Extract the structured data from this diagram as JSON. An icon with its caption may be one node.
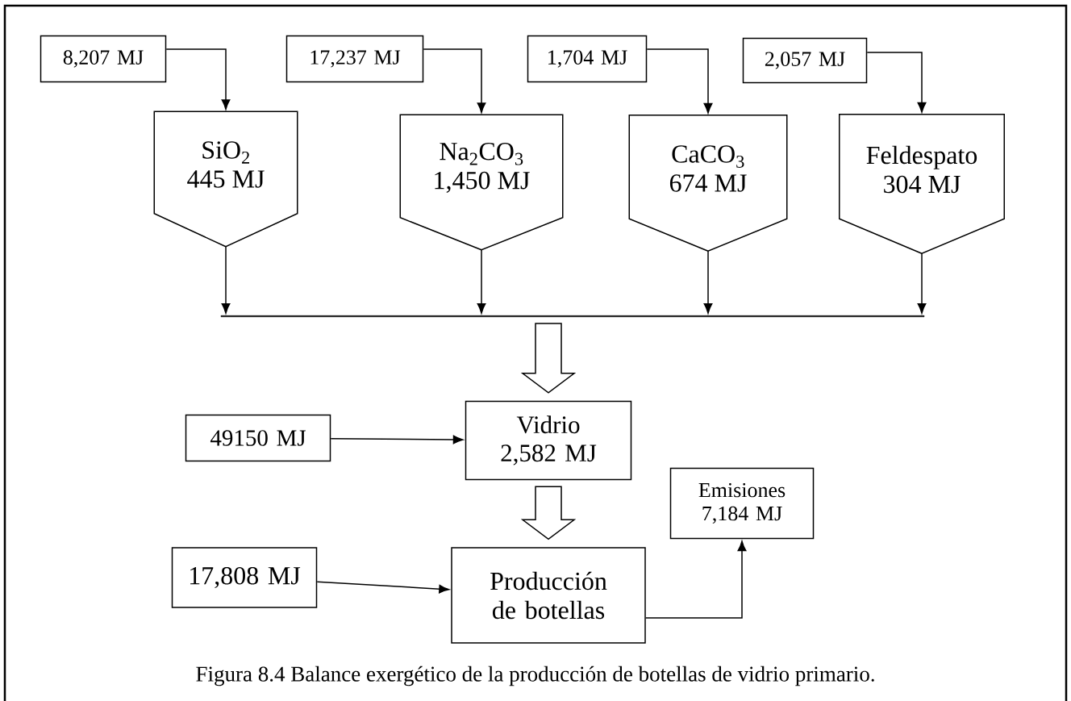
{
  "diagram": {
    "caption": "Figura 8.4 Balance exergético de la producción de botellas de vidrio primario.",
    "nodes": [
      {
        "text": [
          "8,207 MJ"
        ]
      },
      {
        "text": [
          "17,237 MJ"
        ]
      },
      {
        "text": [
          "1,704 MJ"
        ]
      },
      {
        "text": [
          "2,057 MJ"
        ]
      },
      {
        "text": [
          "SiO$_{2}$",
          "445 MJ"
        ]
      },
      {
        "text": [
          "Na$_{2}$CO$_{3}$",
          "1,450 MJ"
        ]
      },
      {
        "text": [
          "CaCO$_{3}$",
          "674 MJ"
        ]
      },
      {
        "text": [
          "Feldespato",
          "304 MJ"
        ]
      },
      {
        "text": [],
        "shape": "bar"
      },
      {
        "text": [
          "49150 MJ"
        ]
      },
      {
        "text": [
          "Vidrio",
          "2,582 MJ"
        ]
      },
      {
        "text": [
          "17,808 MJ"
        ]
      },
      {
        "text": [
          "Producción de botellas"
        ]
      },
      {
        "text": [
          "Emisiones",
          "7,184 MJ"
        ]
      }
    ],
    "edges": [
      {
        "from": 0,
        "to": 4,
        "arrow": "to"
      },
      {
        "from": 1,
        "to": 5,
        "arrow": "to"
      },
      {
        "from": 2,
        "to": 6,
        "arrow": "to"
      },
      {
        "from": 3,
        "to": 7,
        "arrow": "to"
      },
      {
        "from": 4,
        "to": 8,
        "arrow": "to"
      },
      {
        "from": 5,
        "to": 8,
        "arrow": "to"
      },
      {
        "from": 6,
        "to": 8,
        "arrow": "to"
      },
      {
        "from": 7,
        "to": 8,
        "arrow": "to"
      },
      {
        "from": 8,
        "to": 10,
        "arrow": "to",
        "style": "thick"
      },
      {
        "from": 9,
        "to": 10,
        "arrow": "to"
      },
      {
        "from": 10,
        "to": 12,
        "arrow": "to",
        "style": "thick"
      },
      {
        "from": 11,
        "to": 12,
        "arrow": "to"
      },
      {
        "from": 12,
        "to": 13,
        "arrow": "to"
      }
    ]
  }
}
